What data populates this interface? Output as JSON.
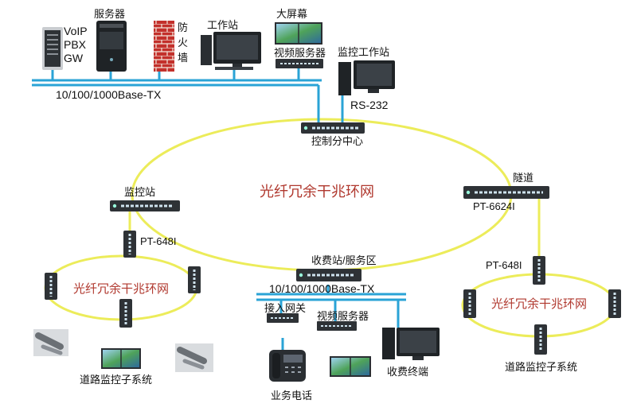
{
  "colors": {
    "backbone": "#2aa3d6",
    "ring": "#ecec5a",
    "ring_text": "#b0382e",
    "device": "#2e3236",
    "port": "#cfe3ee"
  },
  "top_network": {
    "voip_pbx_gw": [
      "VoIP",
      "PBX",
      "GW"
    ],
    "server": "服务器",
    "firewall": [
      "防",
      "火",
      "墙"
    ],
    "workstation": "工作站",
    "big_screen": "大屏幕",
    "video_server": "视频服务器",
    "monitor_workstation": "监控工作站",
    "bus_label": "10/100/1000Base-TX",
    "serial_label": "RS-232"
  },
  "main_ring": {
    "label": "光纤冗余干兆环网",
    "control_center": "控制分中心",
    "monitor_station": "监控站",
    "tunnel": "隧道",
    "tunnel_switch_model": "PT-6624I",
    "toll_station": "收费站/服务区"
  },
  "left_subring": {
    "switch_model": "PT-648I",
    "label": "光纤冗余干兆环网",
    "subsystem": "道路监控子系统"
  },
  "right_subring": {
    "switch_model": "PT-648I",
    "label": "光纤冗余干兆环网",
    "subsystem": "道路监控子系统"
  },
  "toll_network": {
    "bus_label": "10/100/1000Base-TX",
    "access_gateway": "接入网关",
    "video_server": "视频服务器",
    "toll_terminal": "收费终端",
    "business_phone": "业务电话"
  }
}
